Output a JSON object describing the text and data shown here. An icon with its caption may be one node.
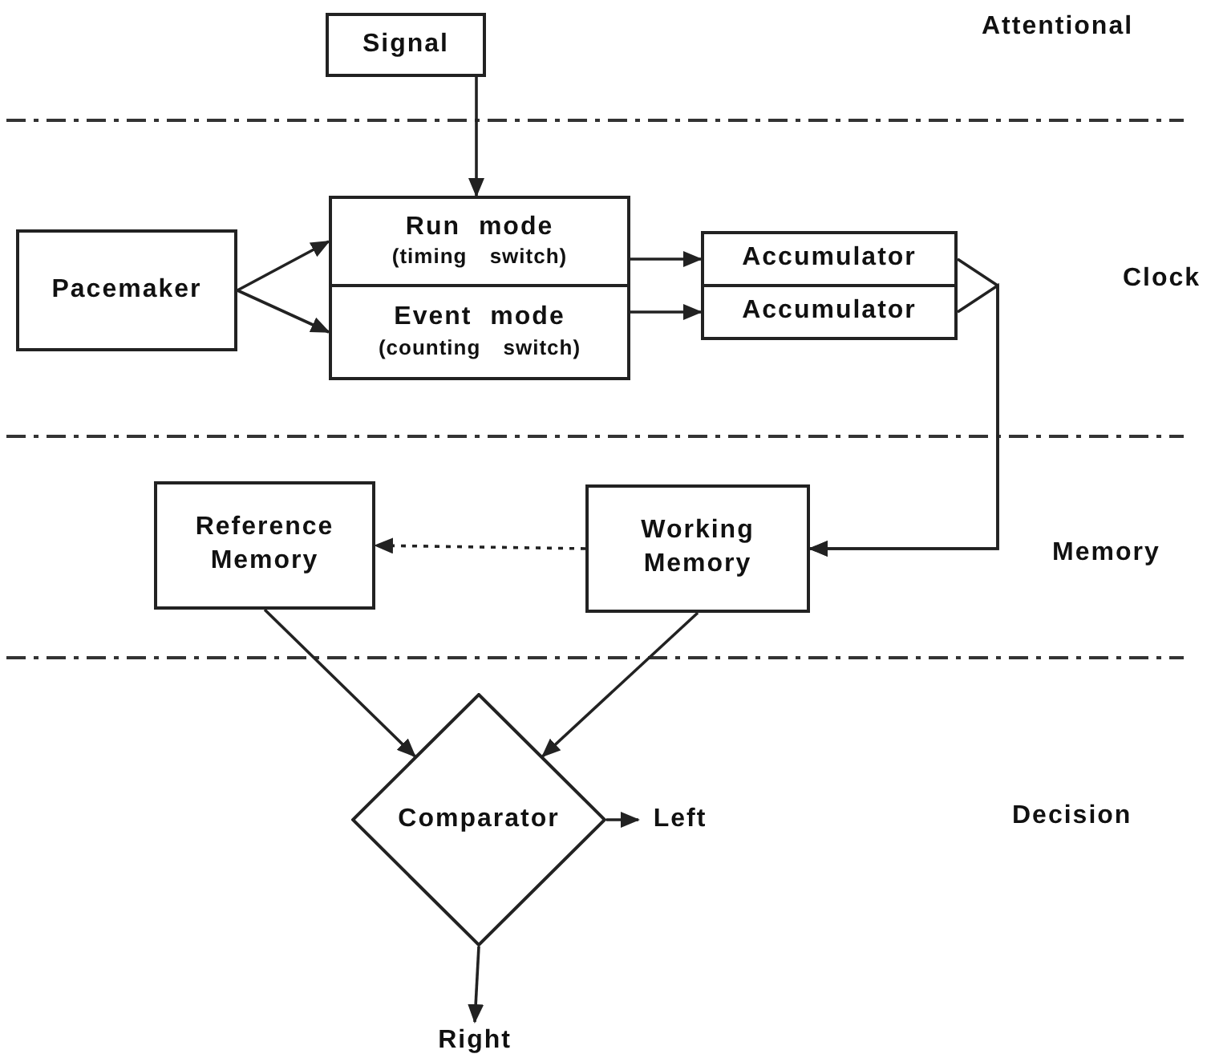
{
  "diagram": {
    "nodes": [
      {
        "text": [
          "Signal"
        ]
      },
      {
        "text": [
          "Pacemaker"
        ]
      },
      {
        "text": [
          "Run mode",
          "(timing switch)"
        ]
      },
      {
        "text": [
          "Event mode",
          "(counting switch)"
        ]
      },
      {
        "text": [
          "Accumulator"
        ]
      },
      {
        "text": [
          "Accumulator"
        ]
      },
      {
        "text": [
          "Reference Memory"
        ]
      },
      {
        "text": [
          "Working Memory"
        ]
      },
      {
        "text": [
          "Comparator"
        ]
      },
      {
        "text": [
          "Left"
        ]
      },
      {
        "text": [
          "Right"
        ]
      }
    ],
    "edges": [
      {
        "from": 0,
        "to": 2,
        "arrow": "to"
      },
      {
        "from": 1,
        "to": 2,
        "arrow": "to"
      },
      {
        "from": 1,
        "to": 3,
        "arrow": "to"
      },
      {
        "from": 2,
        "to": 4,
        "arrow": "to"
      },
      {
        "from": 3,
        "to": 5,
        "arrow": "to"
      },
      {
        "from": 4,
        "to": 7,
        "arrow": "to"
      },
      {
        "from": 5,
        "to": 7,
        "arrow": "to"
      },
      {
        "from": 7,
        "to": 6,
        "arrow": "to",
        "style": "dashed"
      },
      {
        "from": 6,
        "to": 8,
        "arrow": "to"
      },
      {
        "from": 7,
        "to": 8,
        "arrow": "to"
      },
      {
        "from": 8,
        "to": 9,
        "arrow": "to"
      },
      {
        "from": 8,
        "to": 10,
        "arrow": "to"
      }
    ],
    "labels": [
      "Attentional",
      "Clock",
      "Memory",
      "Decision"
    ]
  }
}
